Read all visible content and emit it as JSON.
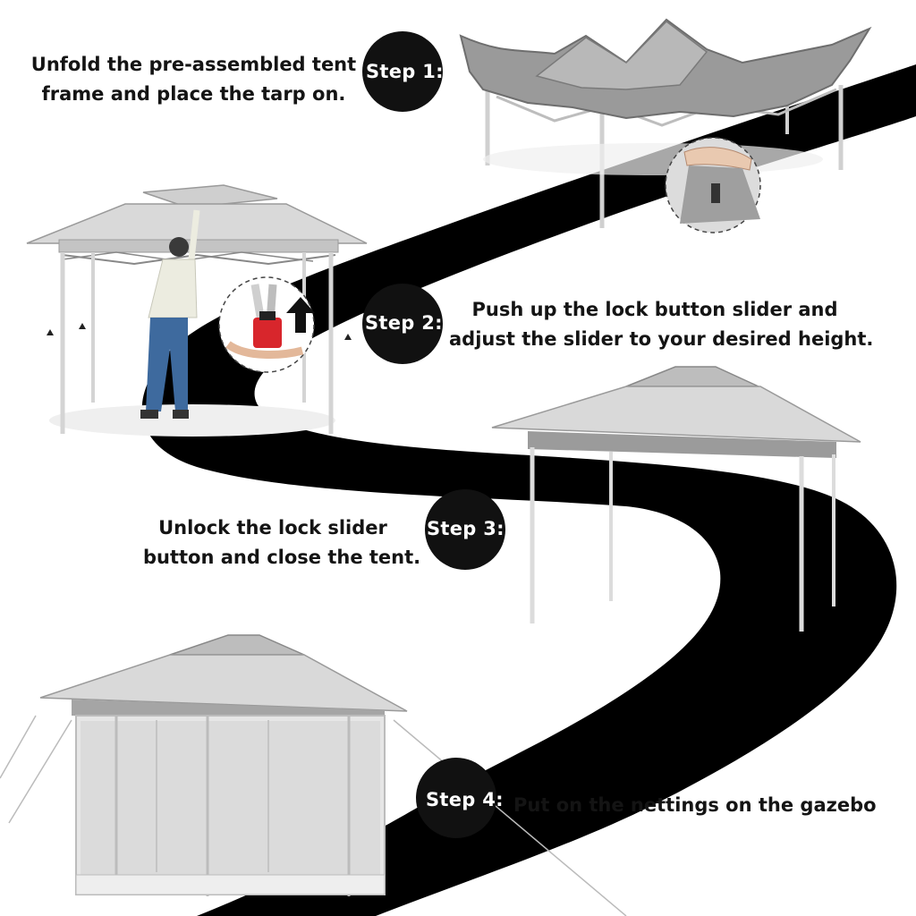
{
  "steps": [
    {
      "label": "Step 1:",
      "text_lines": [
        "Unfold the pre-assembled tent",
        "frame and place the tarp on."
      ]
    },
    {
      "label": "Step 2:",
      "text_lines": [
        "Push up the lock button slider and",
        "adjust the slider to your desired height."
      ]
    },
    {
      "label": "Step 3:",
      "text_lines": [
        "Unlock the lock slider",
        "button and close the tent."
      ]
    },
    {
      "label": "Step 4:",
      "text_lines": [
        "Put on the nettings on the gazebo"
      ]
    }
  ],
  "colors": {
    "path": "#000000",
    "canopy": "#c9c9c9",
    "canopy_dark": "#8e8e8e",
    "frame": "#d8d8d8",
    "lock_red": "#d8262c",
    "step_circle": "#111111"
  }
}
